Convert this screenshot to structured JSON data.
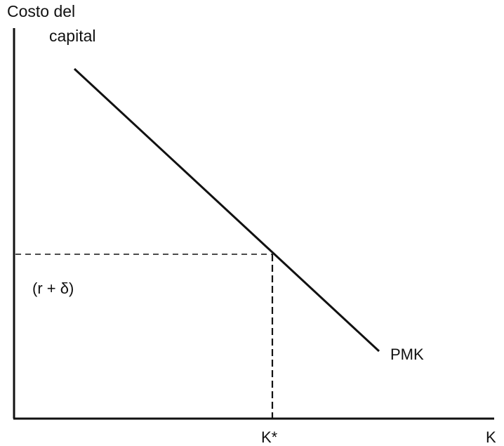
{
  "diagram": {
    "y_axis_label_line1": "Costo del",
    "y_axis_label_line2": "capital",
    "x_axis_label": "K",
    "curve_label": "PMK",
    "y_level_label": "(r + δ)",
    "x_level_label": "K*"
  }
}
